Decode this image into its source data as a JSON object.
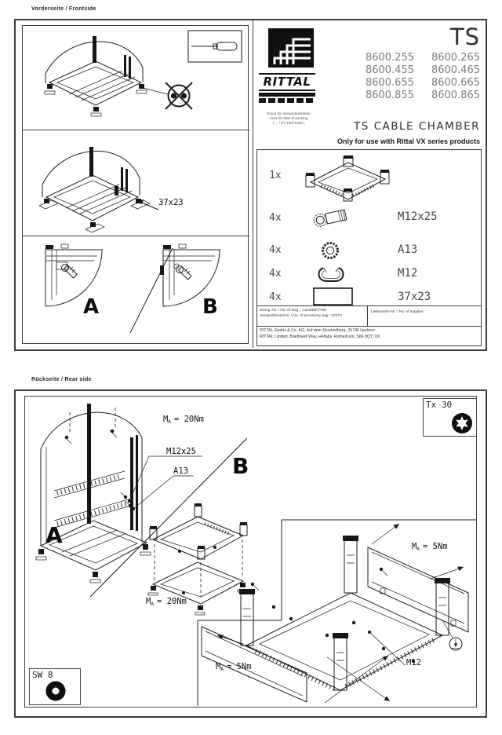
{
  "front": {
    "section_label": "Vorderseite / Frontside",
    "title_block": {
      "brand": "RITTAL",
      "series": "TS",
      "models": [
        "8600.255",
        "8600.265",
        "8600.455",
        "8600.465",
        "8600.655",
        "8600.665",
        "8600.855",
        "8600.865"
      ],
      "note1": "Raum für Versandaufkleber",
      "note2": "Area for date of packing",
      "note3": "( ... / PT-18971930 )",
      "product_title": "TS CABLE CHAMBER",
      "product_subtitle": "Only for use with Rittal VX series products"
    },
    "callout_37x23": "37x23",
    "detail_a": "A",
    "detail_b": "B",
    "parts": [
      {
        "qty": "1x",
        "label": ""
      },
      {
        "qty": "4x",
        "label": "M12x25"
      },
      {
        "qty": "4x",
        "label": "A13"
      },
      {
        "qty": "4x",
        "label": "M12"
      },
      {
        "qty": "4x",
        "label": "37x23"
      }
    ],
    "footer": {
      "drawing_no": "Zchng.-Nr. / No. of dwg. : A215960TT80",
      "accessory_bag": "Versandbeutel-Nr. / No. of accessory bag : 27070",
      "supplier": "Lieferanten-Nr. / No. of supplier :",
      "address_de": "RITTAL GmbH & Co. KG, Auf dem Stuetzelberg, 35745 Herborn",
      "address_uk": "RITTAL Limited, Braithwell Way, Hellaby, Rotherham, S66 8QY, UK"
    }
  },
  "rear": {
    "section_label": "Rückseite / Rear side",
    "tool_torx": "Tx 30",
    "tool_hex": "SW 8",
    "label_a": "A",
    "label_b": "B",
    "torque_m": "M",
    "torque_sub": "A",
    "torque_20": "= 20Nm",
    "torque_5": "= 5Nm",
    "callout_m12x25": "M12x25",
    "callout_a13": "A13",
    "callout_m12": "M12"
  }
}
